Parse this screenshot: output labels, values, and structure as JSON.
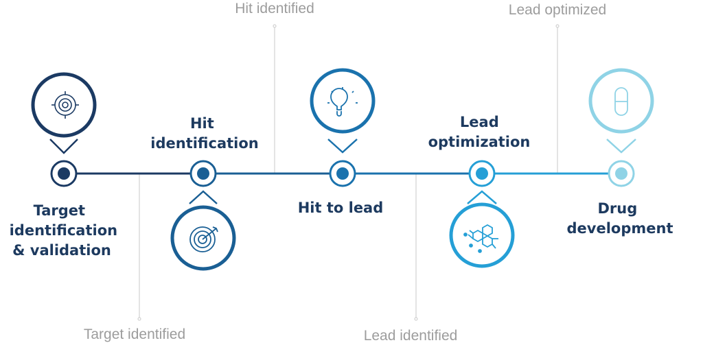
{
  "title": "Drug discovery timeline",
  "colors": {
    "stage1": "#1b3a63",
    "stage2": "#1a5f94",
    "stage3": "#1a72ad",
    "stage4": "#259fd6",
    "stage5": "#8fd3e6",
    "text": "#1d3a5f",
    "milestone": "#9c9c9c"
  },
  "stages": [
    {
      "lines": [
        "Target",
        "identification",
        "& validation"
      ],
      "icon": "crosshair-icon"
    },
    {
      "lines": [
        "Hit",
        "identification"
      ],
      "icon": "target-arrow-icon"
    },
    {
      "lines": [
        "Hit to lead"
      ],
      "icon": "lightbulb-icon"
    },
    {
      "lines": [
        "Lead",
        "optimization"
      ],
      "icon": "molecule-icon"
    },
    {
      "lines": [
        "Drug",
        "development"
      ],
      "icon": "capsule-icon"
    }
  ],
  "milestones": [
    "Target identified",
    "Hit identified",
    "Lead identified",
    "Lead optimized"
  ]
}
